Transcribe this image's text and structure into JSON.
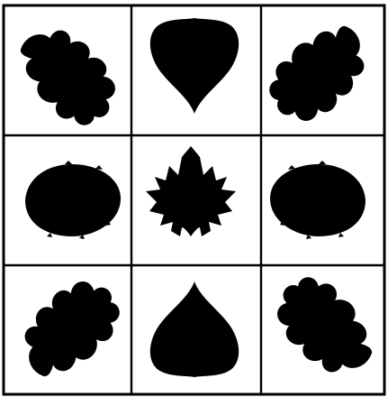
{
  "figure": {
    "rows": 3,
    "columns": 3,
    "cells": [
      {
        "row": 1,
        "col": 1,
        "icon": "oak-leaf-icon"
      },
      {
        "row": 1,
        "col": 2,
        "icon": "heart-leaf-icon"
      },
      {
        "row": 1,
        "col": 3,
        "icon": "oak-leaf-icon"
      },
      {
        "row": 2,
        "col": 1,
        "icon": "oval-leaf-icon"
      },
      {
        "row": 2,
        "col": 2,
        "icon": "maple-leaf-icon"
      },
      {
        "row": 2,
        "col": 3,
        "icon": "oval-leaf-icon"
      },
      {
        "row": 3,
        "col": 1,
        "icon": "oak-leaf-icon"
      },
      {
        "row": 3,
        "col": 2,
        "icon": "heart-leaf-icon"
      },
      {
        "row": 3,
        "col": 3,
        "icon": "oak-leaf-icon"
      }
    ],
    "line_color": "#000000",
    "background_color": "#ffffff"
  }
}
